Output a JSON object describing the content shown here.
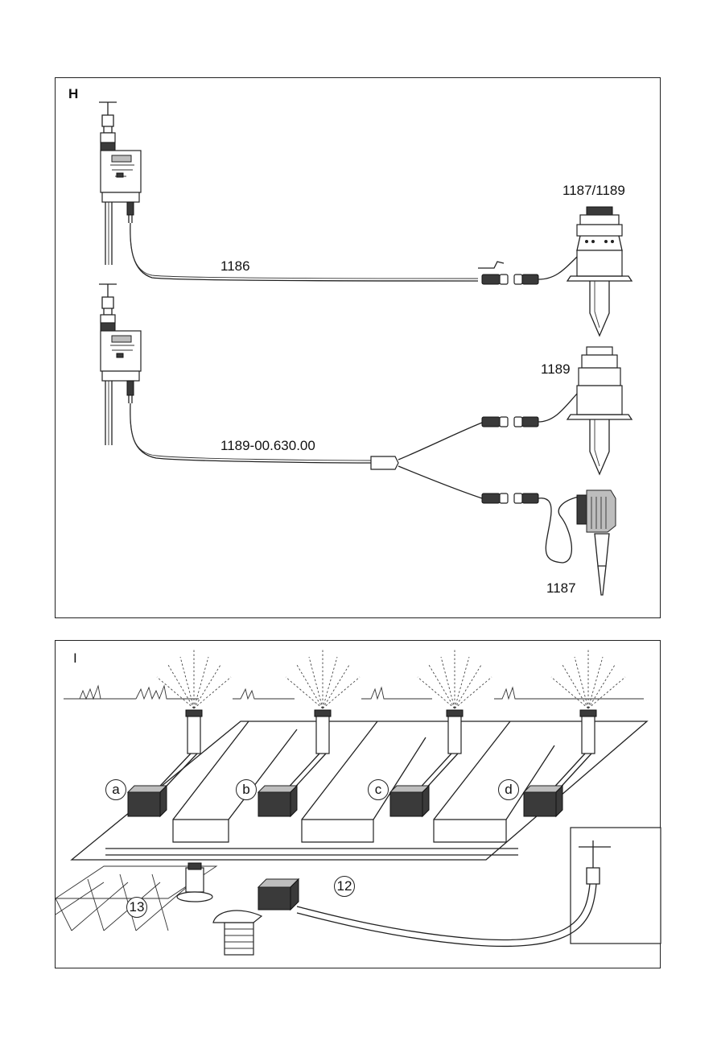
{
  "panel_h": {
    "label": "H",
    "callouts": {
      "cable_top": "1186",
      "sensor_top": "1187/1189",
      "sensor_mid": "1189",
      "cable_bottom": "1189-00.630.00",
      "sensor_bottom": "1187"
    }
  },
  "panel_i": {
    "label": "I",
    "callouts": {
      "valve_a": "a",
      "valve_b": "b",
      "valve_c": "c",
      "valve_d": "d",
      "controller": "12",
      "sensor": "13"
    }
  }
}
